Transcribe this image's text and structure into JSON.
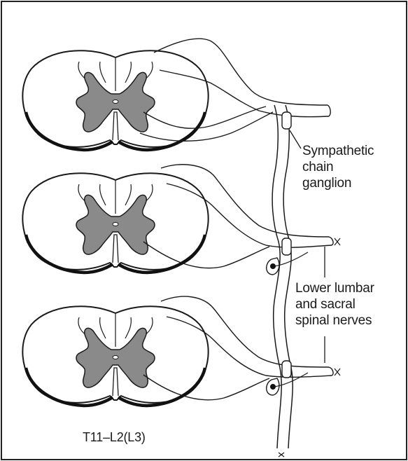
{
  "labels": {
    "sympathetic_chain": [
      "Sympathetic",
      "chain",
      "ganglion"
    ],
    "lower_lumbar": [
      "Lower lumbar",
      "and sacral",
      "spinal nerves"
    ],
    "level": "T11–L2(L3)"
  },
  "colors": {
    "ink": "#1a1a1a",
    "gray_matter": "#8a8a8a",
    "frame": "#222222",
    "background": "#ffffff"
  }
}
